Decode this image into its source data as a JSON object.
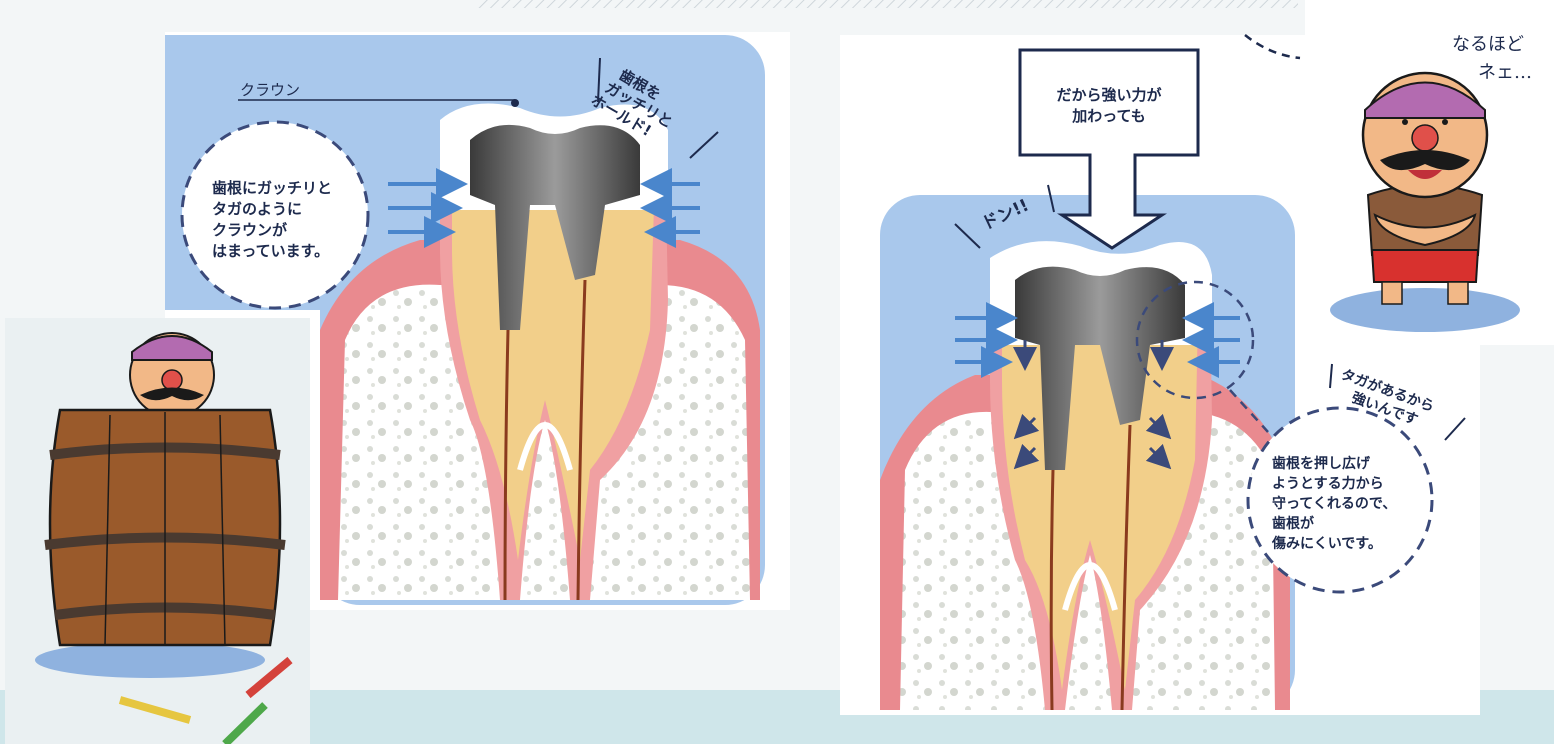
{
  "left_panel": {
    "crown_label": "クラウン",
    "hold_caption": [
      "歯根を",
      "ガッチリと",
      "ホールド!"
    ],
    "bubble_lines": [
      "歯根にガッチリと",
      "タガのように",
      "クラウンが",
      "はまっています。"
    ]
  },
  "right_panel": {
    "force_box_lines": [
      "だから強い力が",
      "加わっても"
    ],
    "impact_sfx": "ドン!!",
    "strong_caption": [
      "タガがあるから",
      "強いんです"
    ],
    "bubble_lines": [
      "歯根を押し広げ",
      "ようとする力から",
      "守ってくれるので、",
      "歯根が",
      "傷みにくいです。"
    ]
  },
  "character": {
    "speech_lines": [
      "なるほど",
      "ネェ…"
    ]
  },
  "colors": {
    "sky": "#a9c8ec",
    "gum": "#e98a8f",
    "enamel": "#ffffff",
    "root": "#f2cf8a",
    "metal": "#5b5b5b",
    "arrow": "#4a86cc",
    "navy": "#1d2a4d",
    "barrel": "#9a5a2b"
  }
}
